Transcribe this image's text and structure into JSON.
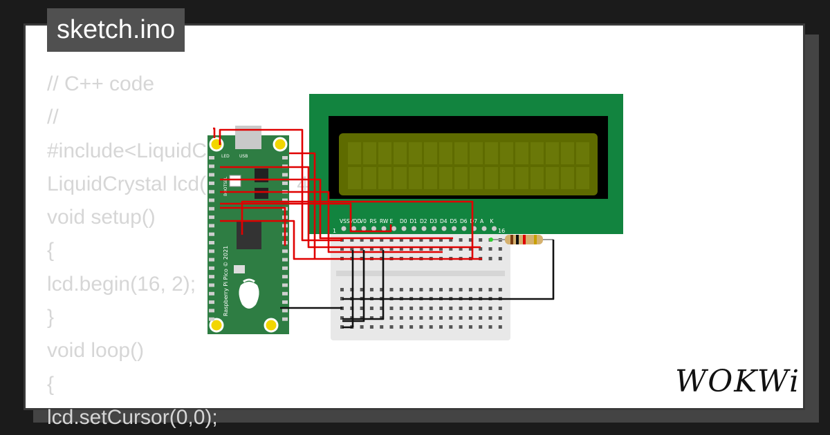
{
  "file_name": "sketch.ino",
  "code_lines": [
    "// C++ code",
    "//",
    "#include<LiquidCrystal.h>",
    "LiquidCrystal lcd(12, 11, 5, 4, 3, 2);",
    "void setup()",
    "{",
    "lcd.begin(16, 2);",
    "}",
    "void loop()",
    "{",
    "lcd.setCursor(0,0);"
  ],
  "lcd": {
    "pin_labels": [
      "VSS",
      "VDD",
      "V0",
      "RS",
      "RW",
      "E",
      "D0",
      "D1",
      "D2",
      "D3",
      "D4",
      "D5",
      "D6",
      "D7",
      "A",
      "K"
    ],
    "pin_first": "1",
    "pin_last": "16",
    "board_color": "#12843f",
    "screen_color": "#5e6b00"
  },
  "pico": {
    "silkscreen": "Raspberry Pi Pico © 2021",
    "led_label": "LED",
    "usb_label": "USB",
    "bootsel_label": "BOOTSEL",
    "board_color": "#2e7d43"
  },
  "logo_text": "WOKWi",
  "colors": {
    "wire_red": "#e00000",
    "wire_black": "#111111"
  }
}
